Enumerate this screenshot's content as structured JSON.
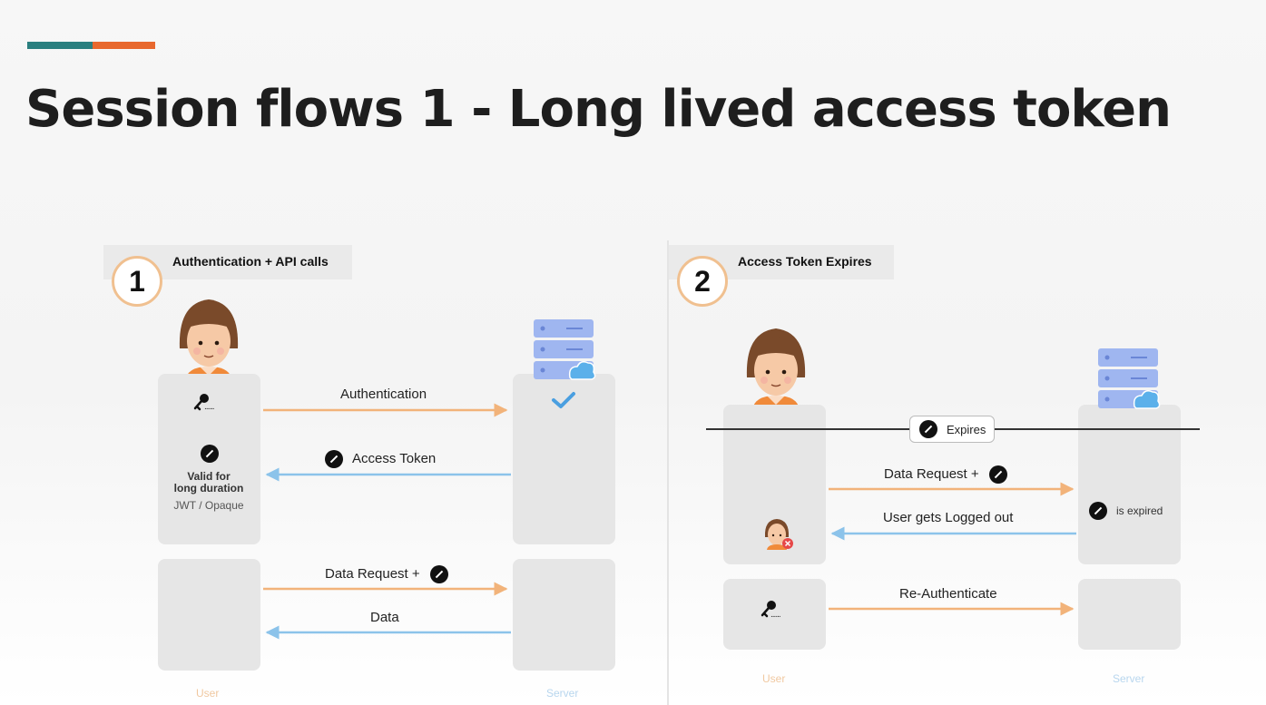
{
  "slide": {
    "title": "Session flows 1 - Long lived access token",
    "accent_colors": [
      "#2a7f7f",
      "#e8682e"
    ]
  },
  "panel1": {
    "step_number": "1",
    "label": "Authentication + API calls",
    "arrows": {
      "authentication": "Authentication",
      "access_token": "Access Token",
      "data_request": "Data Request +",
      "data": "Data"
    },
    "token_note_line1": "Valid for",
    "token_note_line2": "long duration",
    "token_type": "JWT / Opaque",
    "password_mask": "......",
    "user_label": "User",
    "server_label": "Server"
  },
  "panel2": {
    "step_number": "2",
    "label": "Access Token Expires",
    "expires_label": "Expires",
    "arrows": {
      "data_request": "Data Request +",
      "logged_out": "User gets Logged out",
      "reauth": "Re-Authenticate"
    },
    "server_status": "is expired",
    "password_mask": "......",
    "user_label": "User",
    "server_label": "Server"
  },
  "colors": {
    "request_arrow": "#f2b37a",
    "response_arrow": "#8cc3ea",
    "checkmark": "#4a9fe0"
  }
}
